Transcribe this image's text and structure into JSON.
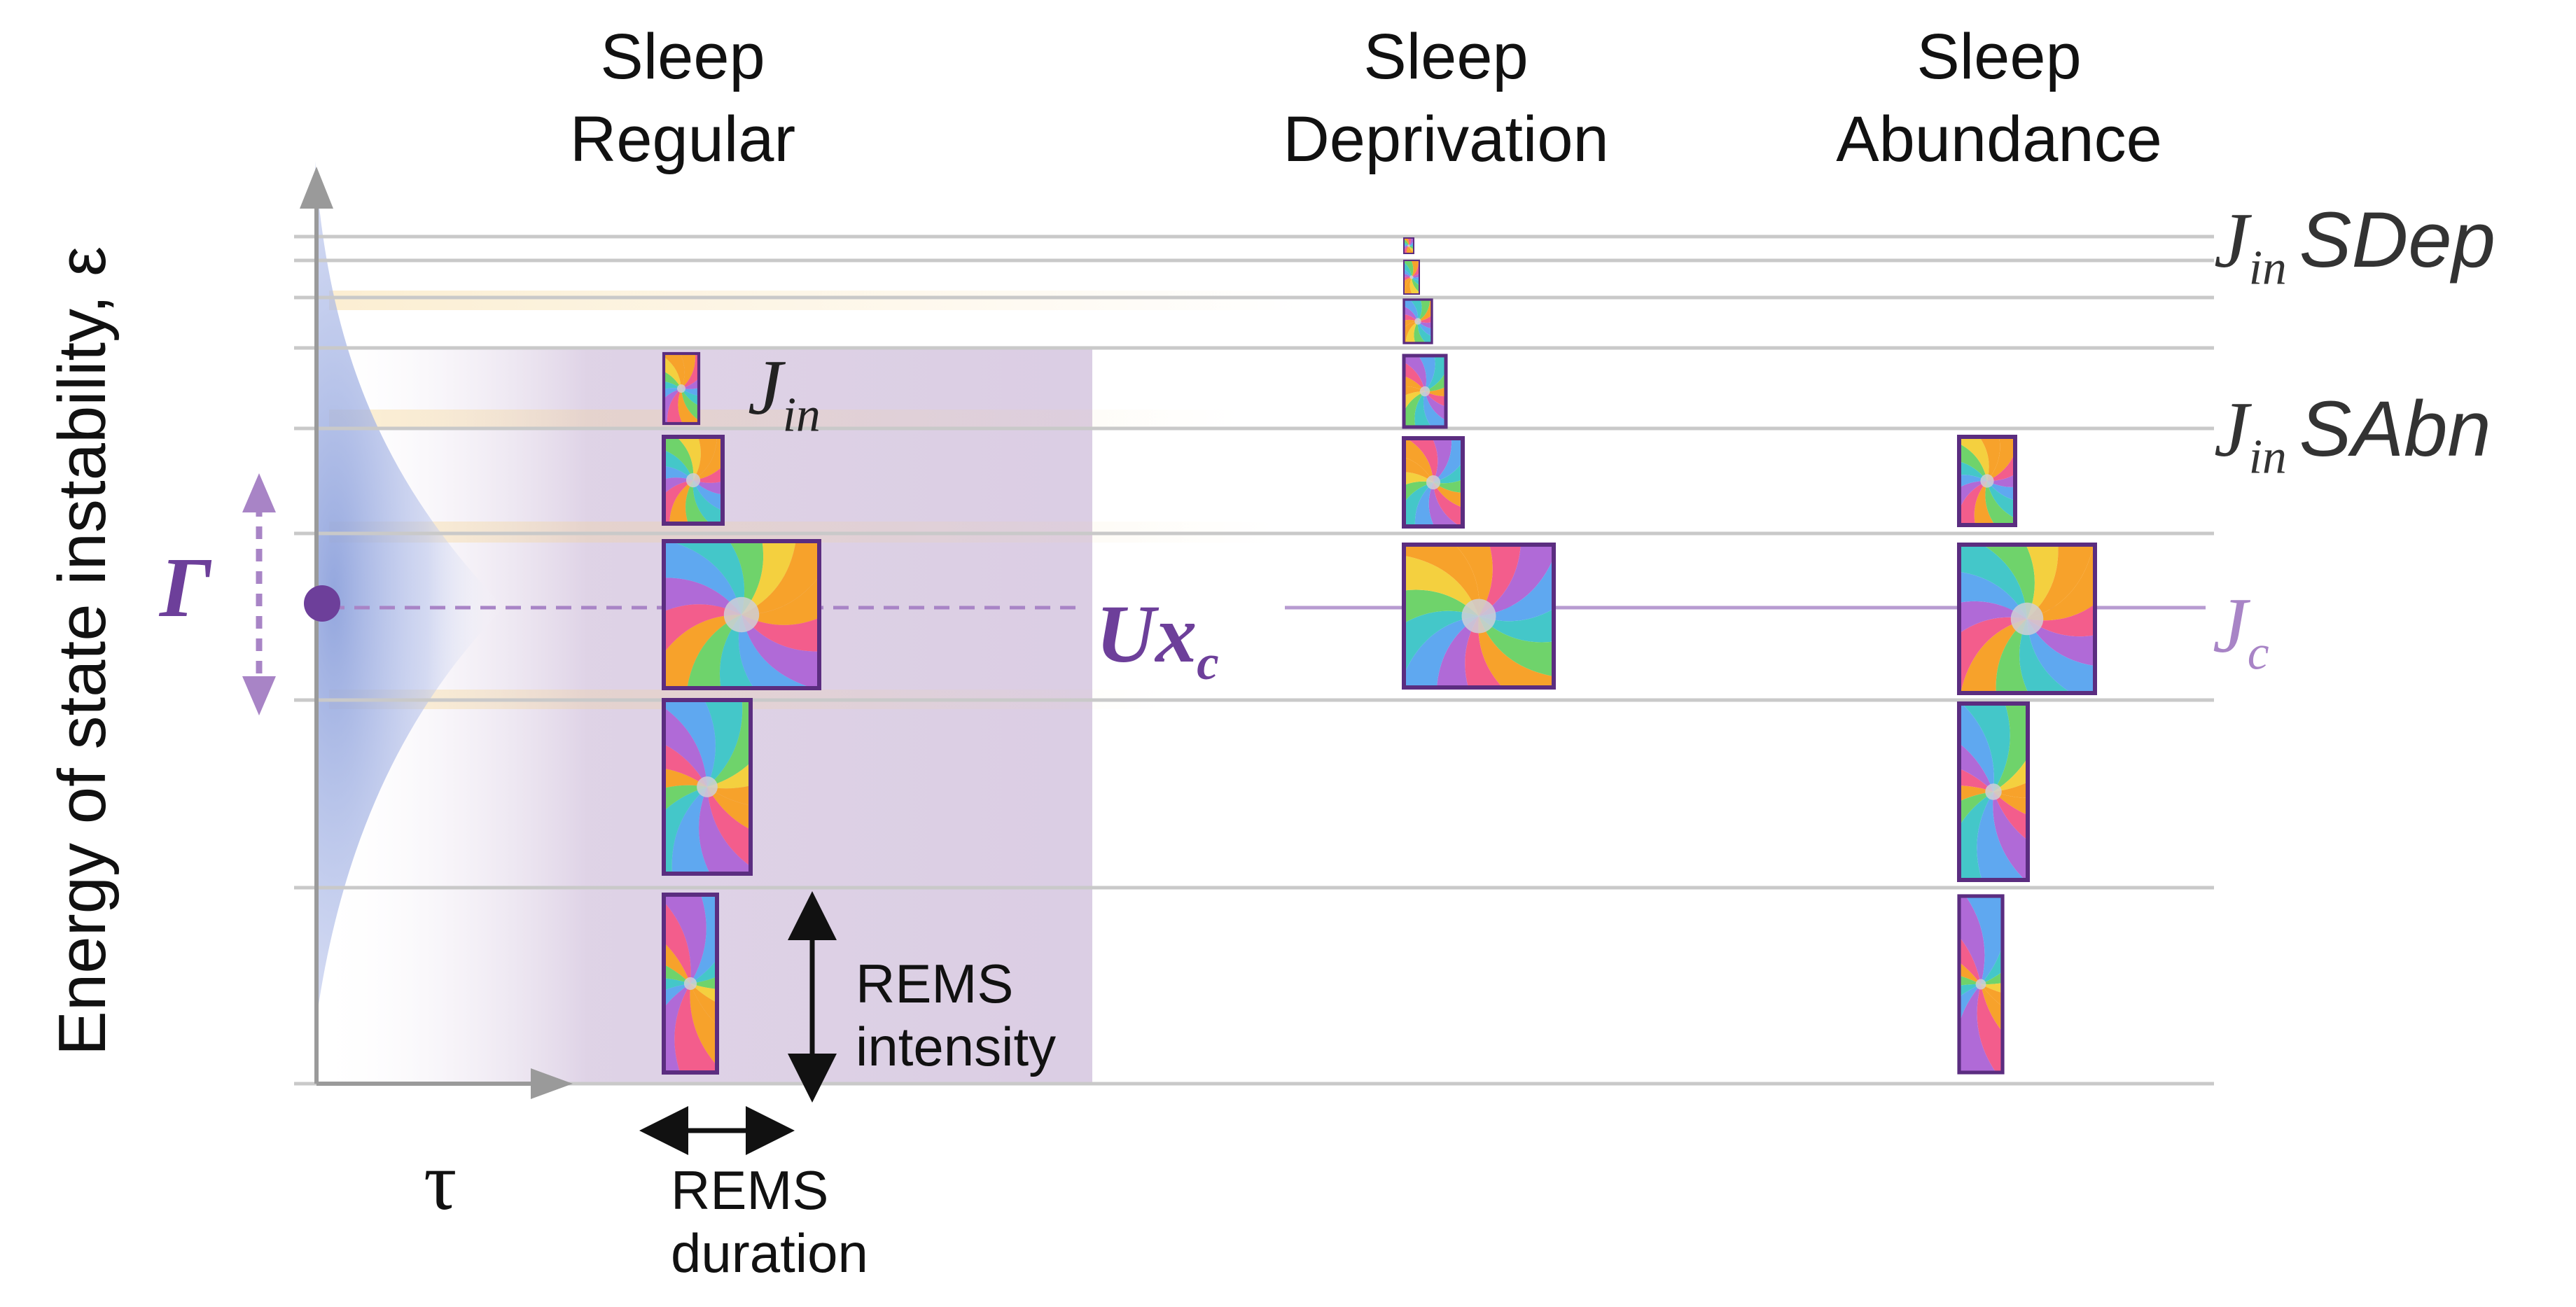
{
  "columns": [
    {
      "line1": "Sleep",
      "line2": "Regular"
    },
    {
      "line1": "Sleep",
      "line2": "Deprivation"
    },
    {
      "line1": "Sleep",
      "line2": "Abundance"
    }
  ],
  "y_axis_label": "Energy of state instability, ε",
  "x_axis_label": "τ",
  "gamma_label": "Γ",
  "ux_label": {
    "main": "U",
    "x": "x",
    "sub": "c"
  },
  "jin_label": {
    "main": "J",
    "sub": "in"
  },
  "right_labels": {
    "jin_sdep": {
      "main": "J",
      "sub": "in",
      "suffix": "SDep"
    },
    "jin_sabn": {
      "main": "J",
      "sub": "in",
      "suffix": "SAbn"
    },
    "jc": {
      "main": "J",
      "sub": "c"
    }
  },
  "rems_intensity": {
    "line1": "REMS",
    "line2": "intensity"
  },
  "rems_duration": {
    "line1": "REMS",
    "line2": "duration"
  },
  "colors": {
    "purple_dark": "#6d3f9a",
    "purple_light": "#a884c6",
    "shade": "#d9cbe2",
    "blue_glow": "#9fb0e0",
    "frame": "#5b2d80",
    "grid": "#c9c9c9"
  }
}
